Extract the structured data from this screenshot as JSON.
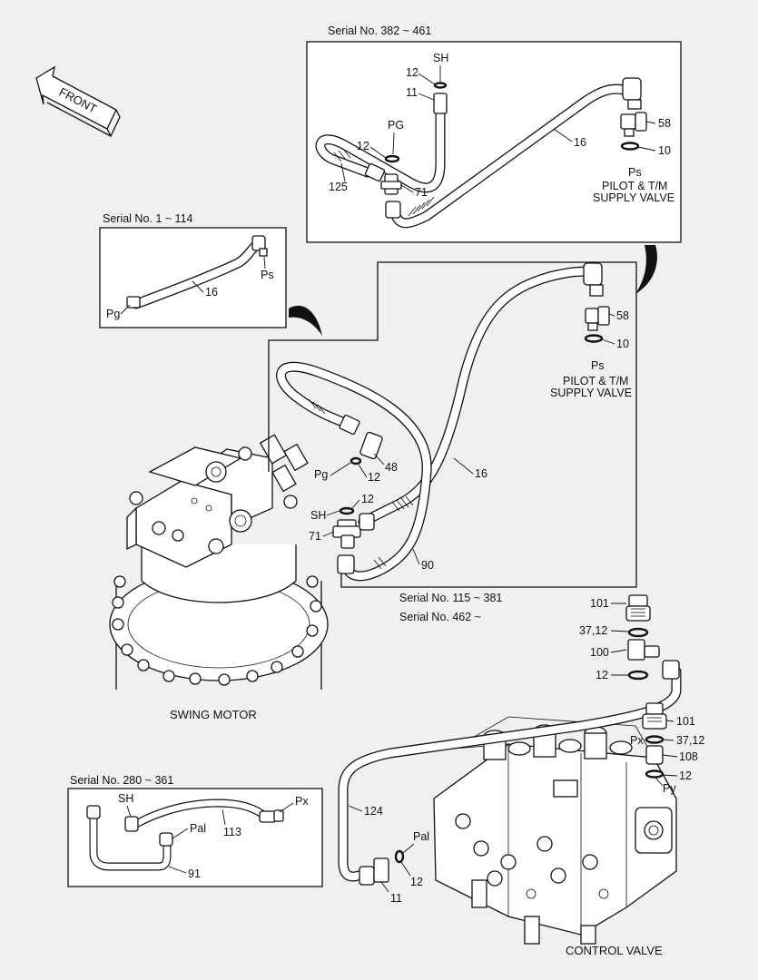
{
  "arrow": {
    "label": "FRONT"
  },
  "serials": {
    "a": "Serial No. 382 ~ 461",
    "b": "Serial No. 1 ~ 114",
    "c": "Serial No. 115 ~ 381",
    "d": "Serial No. 462 ~",
    "e": "Serial No. 280 ~ 361"
  },
  "captions": {
    "swing_motor": "SWING MOTOR",
    "control_valve": "CONTROL VALVE",
    "pilot_line1": "PILOT & T/M",
    "pilot_line2": "SUPPLY VALVE"
  },
  "callouts": {
    "a_sh": "SH",
    "a_12_top": "12",
    "a_11": "11",
    "a_pg": "PG",
    "a_12_mid": "12",
    "a_125": "125",
    "a_71": "71",
    "a_16": "16",
    "a_58": "58",
    "a_10": "10",
    "a_ps": "Ps",
    "b_ps": "Ps",
    "b_16": "16",
    "b_pg": "Pg",
    "c_58": "58",
    "c_10": "10",
    "c_ps": "Ps",
    "c_48": "48",
    "c_pg": "Pg",
    "c_12a": "12",
    "c_16": "16",
    "c_sh": "SH",
    "c_12b": "12",
    "c_71": "71",
    "c_90": "90",
    "d_101a": "101",
    "d_3712a": "37,12",
    "d_100": "100",
    "d_12a": "12",
    "d_101b": "101",
    "d_px": "Px",
    "d_3712b": "37,12",
    "d_108": "108",
    "d_12b": "12",
    "d_py": "Py",
    "d_124": "124",
    "d_pal": "Pal",
    "d_12c": "12",
    "d_11": "11",
    "e_sh": "SH",
    "e_px": "Px",
    "e_pal": "Pal",
    "e_113": "113",
    "e_91": "91"
  }
}
